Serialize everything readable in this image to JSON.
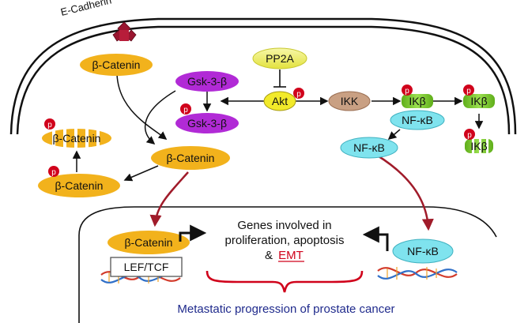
{
  "labels": {
    "ecadherin": "E-Cadherin",
    "pp2a": "PP2A",
    "akt": "Akt",
    "ikk": "IKK",
    "gsk_active": "Gsk-3-β",
    "gsk_phos": "Gsk-3-β",
    "bcat_membrane": "β-Catenin",
    "bcat_cytoplasm": "β-Catenin",
    "bcat_phos": "β-Catenin",
    "bcat_degraded": "β-Catenin",
    "bcat_nucleus": "β-Catenin",
    "ikb_1": "IKβ",
    "ikb_2": "IKβ",
    "ikb_3": "IKβ",
    "nfkb_complex": "NF-κB",
    "nfkb_free": "NF-κB",
    "nfkb_nucleus": "NF-κB",
    "lef_tcf": "LEF/TCF",
    "genes_line1": "Genes involved in",
    "genes_line2": "proliferation, apoptosis",
    "genes_amp": "&",
    "genes_emt": "EMT",
    "caption": "Metastatic progression of prostate cancer",
    "phospho": "p"
  },
  "colors": {
    "membrane": "#111111",
    "catenin": "#f2b21c",
    "gsk": "#b12ad6",
    "akt": "#f2ea2a",
    "pp2a": "#eeee55",
    "ikk": "#c9a083",
    "ikb": "#7ed321",
    "nfkb": "#7fe3ee",
    "phospho": "#d0021b",
    "arrow": "#111111",
    "pathway_arrow": "#a01b2a",
    "emt": "#d0021b",
    "caption": "#1f2a8c"
  }
}
